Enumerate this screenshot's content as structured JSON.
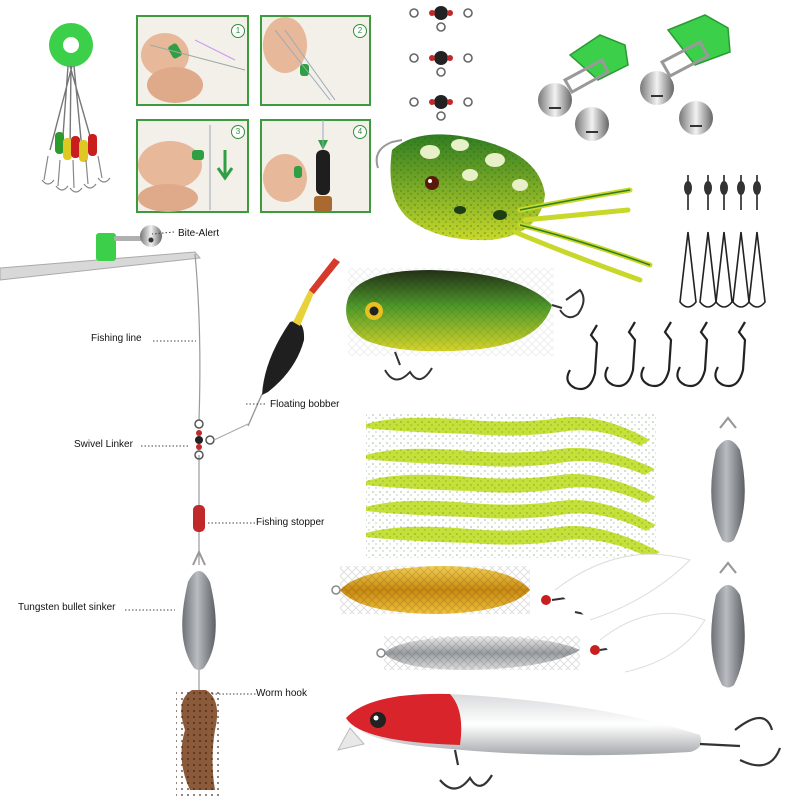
{
  "labels": {
    "bite_alert": "Bite-Alert",
    "fishing_line": "Fishing line",
    "floating_bobber": "Floating bobber",
    "swivel_linker": "Swivel Linker",
    "fishing_stopper": "Fishing stopper",
    "sinker": "Tungsten bullet sinker",
    "worm_hook": "Worm hook"
  },
  "steps": [
    "1",
    "2",
    "3",
    "4"
  ],
  "colors": {
    "step_border": "#3d9a3d",
    "frog_green": "#3f8f2a",
    "frog_yellow": "#c8d82a",
    "worm_green": "#c6e03a",
    "bobber_red": "#d63a2a",
    "bobber_yellow": "#e8d23a",
    "spoon_gold": "#e0a81c",
    "minnow_red": "#d8242a",
    "sinker_gray": "#8c9094",
    "bite_alert_green": "#3ccf4a"
  },
  "icons": [
    "bite-alert-icon",
    "swivel-icon",
    "frog-lure-icon",
    "crankbait-icon",
    "bell-clip-icon",
    "snap-swivel-icon",
    "worm-hook-icon",
    "soft-worm-icon",
    "sinker-icon",
    "spoon-lure-icon",
    "minnow-lure-icon",
    "float-stopper-icon",
    "bobber-icon"
  ]
}
